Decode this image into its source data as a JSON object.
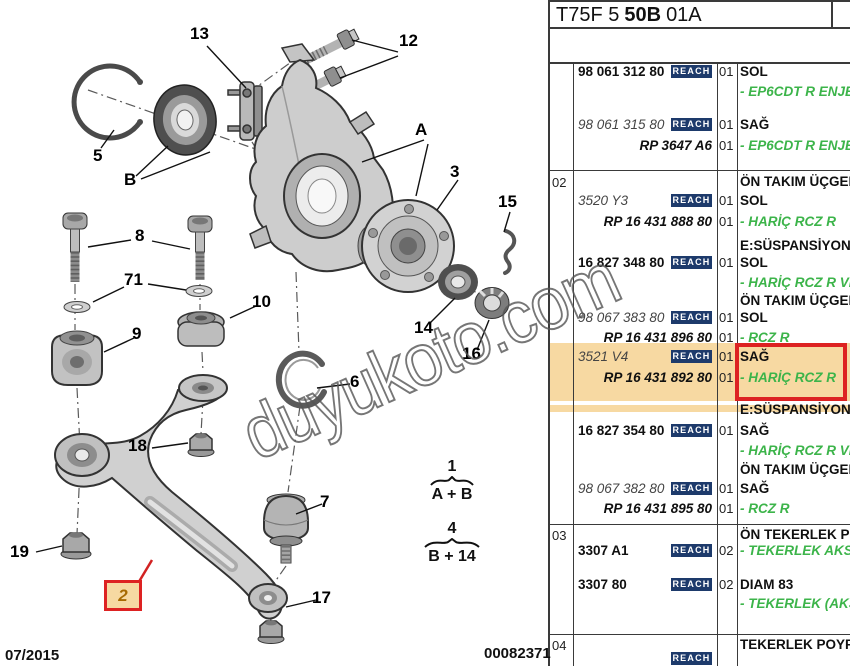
{
  "header": {
    "code_prefix": "T75F 5",
    "code_bold": "50B",
    "code_suffix": "01A"
  },
  "watermark": "duyukoto.com",
  "footer": {
    "date": "07/2015",
    "sheet_number": "00082371"
  },
  "colors": {
    "highlight": "#f7d9a2",
    "accent_red": "#dd2222",
    "badge_navy": "#1d3a6b",
    "note_green": "#3cb44a"
  },
  "diagram": {
    "callouts": [
      "13",
      "12",
      "5",
      "B",
      "A",
      "3",
      "15",
      "8",
      "71",
      "10",
      "9",
      "14",
      "16",
      "6",
      "18",
      "7",
      "19",
      "17"
    ],
    "highlight_callout": {
      "label": "2"
    },
    "groups": [
      {
        "num": "1",
        "expr": "A + B"
      },
      {
        "num": "4",
        "expr": "B + 14"
      }
    ]
  },
  "table": {
    "reach": "REACH",
    "entries": [
      {
        "section": "",
        "title": "",
        "part": "98 061 312 80",
        "part_italic": false,
        "reach": true,
        "qty": "01",
        "name": "SOL",
        "name_green": false,
        "rp": "",
        "rp_qty": "",
        "note": "- EP6CDT R ENJE",
        "highlight": false
      },
      {
        "section": "",
        "title": "",
        "part": "98 061 315 80",
        "part_italic": true,
        "reach": true,
        "qty": "01",
        "name": "SAĞ",
        "name_green": false,
        "rp": "RP 3647 A6",
        "rp_qty": "01",
        "note": "- EP6CDT R ENJE",
        "highlight": false
      },
      {
        "section": "02",
        "title": "ÖN TAKIM ÜÇGEN",
        "part": "3520 Y3",
        "part_italic": true,
        "reach": true,
        "qty": "01",
        "name": "SOL",
        "name_green": false,
        "rp": "RP 16 431 888 80",
        "rp_qty": "01",
        "note": "- HARİÇ RCZ R",
        "highlight": false
      },
      {
        "section": "",
        "title": "E:SÜSPANSİYON",
        "part": "16 827 348 80",
        "part_italic": false,
        "reach": true,
        "qty": "01",
        "name": "SOL",
        "name_green": false,
        "rp": "",
        "rp_qty": "",
        "note": "- HARİÇ RCZ R VE",
        "highlight": false
      },
      {
        "section": "",
        "title": "ÖN TAKIM ÜÇGEN",
        "part": "98 067 383 80",
        "part_italic": true,
        "reach": true,
        "qty": "01",
        "name": "SOL",
        "name_green": false,
        "rp": "RP 16 431 896 80",
        "rp_qty": "01",
        "note": "- RCZ R",
        "highlight": false
      },
      {
        "section": "",
        "title": "",
        "part": "3521 V4",
        "part_italic": true,
        "reach": true,
        "qty": "01",
        "name": "SAĞ",
        "name_green": false,
        "rp": "RP 16 431 892 80",
        "rp_qty": "01",
        "note": "- HARİÇ RCZ R",
        "highlight": true
      },
      {
        "section": "",
        "title": "E:SÜSPANSİYON",
        "part": "16 827 354 80",
        "part_italic": false,
        "reach": true,
        "qty": "01",
        "name": "SAĞ",
        "name_green": false,
        "rp": "",
        "rp_qty": "",
        "note": "- HARİÇ RCZ R VE",
        "highlight": false
      },
      {
        "section": "",
        "title": "ÖN TAKIM ÜÇGEN",
        "part": "98 067 382 80",
        "part_italic": true,
        "reach": true,
        "qty": "01",
        "name": "SAĞ",
        "name_green": false,
        "rp": "RP 16 431 895 80",
        "rp_qty": "01",
        "note": "- RCZ R",
        "highlight": false
      },
      {
        "section": "03",
        "title": "ÖN TEKERLEK PO",
        "part": "3307 A1",
        "part_italic": false,
        "reach": true,
        "qty": "02",
        "name": "- TEKERLEK AKS",
        "name_green": true,
        "rp": "",
        "rp_qty": "",
        "note": "",
        "highlight": false
      },
      {
        "section": "",
        "title": "",
        "part": "3307 80",
        "part_italic": false,
        "reach": true,
        "qty": "02",
        "name": "DIAM 83",
        "name_green": false,
        "rp": "",
        "rp_qty": "",
        "note": "- TEKERLEK (AKS",
        "highlight": false
      },
      {
        "section": "04",
        "title": "TEKERLEK POYRA",
        "part": "",
        "part_italic": false,
        "reach": true,
        "qty": "",
        "name": "",
        "name_green": false,
        "rp": "",
        "rp_qty": "",
        "note": "",
        "highlight": false
      }
    ]
  }
}
